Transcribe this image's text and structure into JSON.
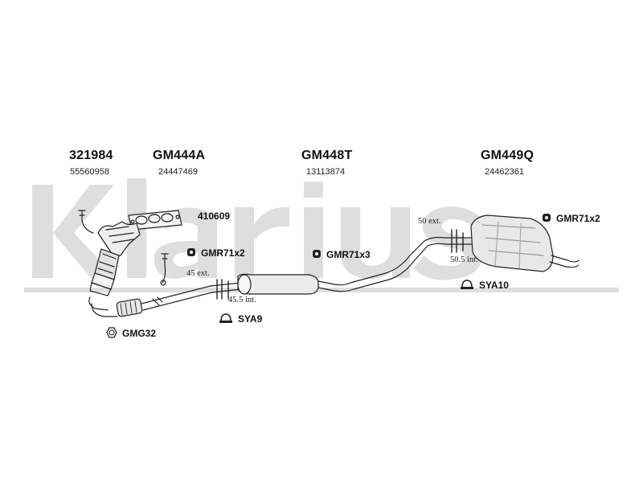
{
  "watermark": {
    "text": "Klarius",
    "color": "#d6d6d6"
  },
  "parts": [
    {
      "code": "321984",
      "number": "55560958"
    },
    {
      "code": "GM444A",
      "number": "24447469"
    },
    {
      "code": "GM448T",
      "number": "13113874"
    },
    {
      "code": "GM449Q",
      "number": "24462361"
    }
  ],
  "accessories": {
    "gasket_set": "410609",
    "rubber_left": "GMR71x2",
    "rubber_mid": "GMR71x3",
    "rubber_right": "GMR71x2",
    "gasket_ring": "GMG32",
    "clamp_mid": "SYA9",
    "clamp_right": "SYA10"
  },
  "dimensions": {
    "mid_ext": "45 ext.",
    "mid_int": "45.5 int.",
    "rear_ext": "50 ext.",
    "rear_int": "50.5 int."
  },
  "icons": {
    "hanger": "rubber-hanger-icon",
    "clamp": "clamp-icon",
    "ring": "gasket-ring-icon"
  }
}
